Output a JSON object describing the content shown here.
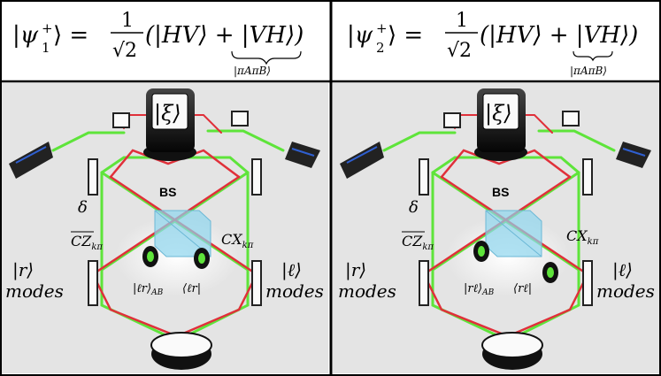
{
  "colors": {
    "beam_green": "#5ee43a",
    "beam_red": "#e0303a",
    "bs_cube": "#8ed6ee",
    "laser_blue": "#2f5fd0",
    "scene_bg": "#e4e4e4"
  },
  "icons": [
    "laser-icon",
    "mirror-icon",
    "pinhole-icon",
    "beam-splitter-cube-icon",
    "detector-icon",
    "waveplate-icon"
  ],
  "panels": [
    {
      "state_psi": "|ψ",
      "state_sup": "+",
      "state_sub": "1",
      "state_close": "⟩ =",
      "frac_num": "1",
      "frac_den": "√2",
      "state_rhs": "(|HV⟩ + |VH⟩)",
      "brace_label": "|π",
      "brace_label_rest": "AπB⟩",
      "xi": "|ξ⟩",
      "bs": "BS",
      "delta": "δ",
      "cz": "CZ",
      "cz_sub": "kπ",
      "cx": "CX",
      "cx_sub": "kπ",
      "r_modes": "|r⟩",
      "l_modes": "|ℓ⟩",
      "modes": "modes",
      "bottom_left": "|ℓr⟩",
      "bottom_left_sub": "AB",
      "bottom_right": "⟨ℓr|"
    },
    {
      "state_psi": "|ψ",
      "state_sup": "+",
      "state_sub": "2",
      "state_close": "⟩ =",
      "frac_num": "1",
      "frac_den": "√2",
      "state_rhs": "(|HV⟩ + |VH⟩)",
      "brace_label": "|π",
      "brace_label_rest": "AπB⟩",
      "xi": "|ξ⟩",
      "bs": "BS",
      "delta": "δ",
      "cz": "CZ",
      "cz_sub": "kπ",
      "cx": "CX",
      "cx_sub": "kπ",
      "r_modes": "|r⟩",
      "l_modes": "|ℓ⟩",
      "modes": "modes",
      "bottom_left": "|rℓ⟩",
      "bottom_left_sub": "AB",
      "bottom_right": "⟨rℓ|"
    }
  ]
}
